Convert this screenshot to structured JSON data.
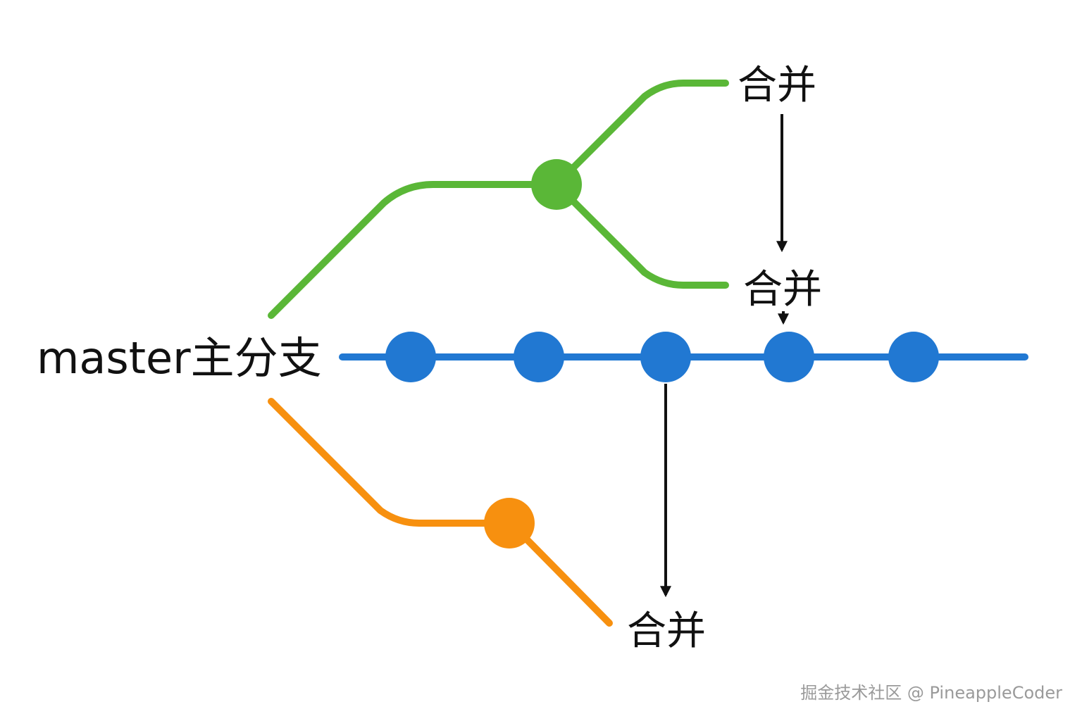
{
  "diagram": {
    "main_label": "master主分支",
    "merge_labels": [
      "合并",
      "合并",
      "合并"
    ],
    "watermark": "掘金技术社区 @ PineappleCoder",
    "colors": {
      "master": "#2178d2",
      "feature_green": "#5ab737",
      "feature_orange": "#f7900f",
      "arrow": "#111111",
      "text": "#111111",
      "watermark": "#9a9a9a"
    },
    "master_commit_count": 5
  }
}
